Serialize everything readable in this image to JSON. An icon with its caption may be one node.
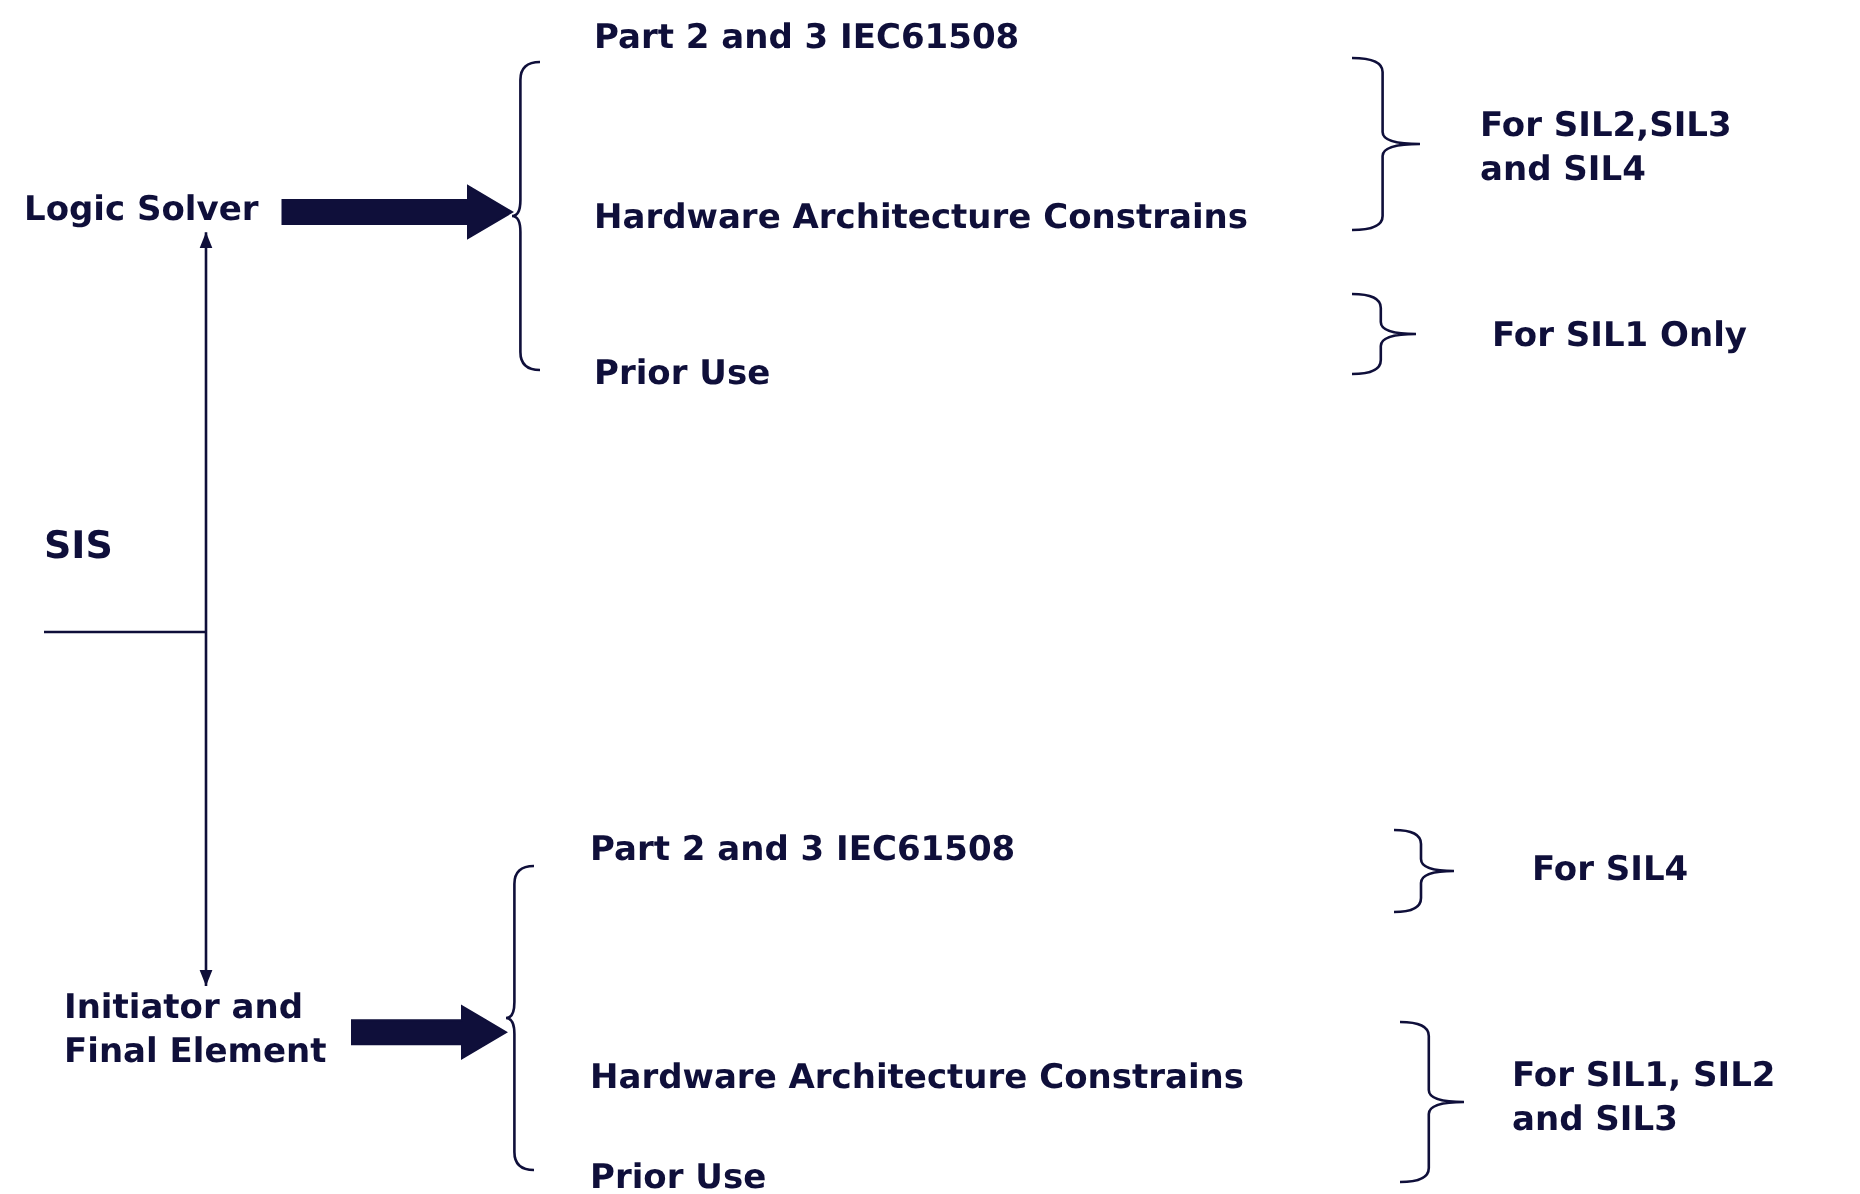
{
  "diagram": {
    "nodes": [
      {
        "text": [
          "Logic Solver"
        ]
      },
      {
        "text": [],
        "shape": "brace"
      },
      {
        "text": [
          "Part 2 and 3 IEC61508"
        ]
      },
      {
        "text": [
          "Hardware Architecture Constrains"
        ]
      },
      {
        "text": [
          "Prior Use"
        ]
      },
      {
        "text": [
          "For SIL2,SIL3 and SIL4"
        ]
      },
      {
        "text": [
          "For SIL1 Only"
        ]
      },
      {
        "text": [
          "Initiator and Final Element"
        ]
      },
      {
        "text": [],
        "shape": "brace"
      },
      {
        "text": [
          "Part 2 and 3 IEC61508"
        ]
      },
      {
        "text": [
          "Hardware Architecture Constrains"
        ]
      },
      {
        "text": [
          "Prior Use"
        ]
      },
      {
        "text": [
          "For SIL4"
        ]
      },
      {
        "text": [
          "For SIL1, SIL2 and SIL3"
        ]
      }
    ],
    "edges": [
      {
        "from": 0,
        "to": 7,
        "arrow": "both"
      },
      {
        "from": 0,
        "to": 1,
        "arrow": "to",
        "style": "thick"
      },
      {
        "from": 7,
        "to": 8,
        "arrow": "to",
        "style": "thick"
      }
    ],
    "labels": [
      "SIS"
    ]
  }
}
